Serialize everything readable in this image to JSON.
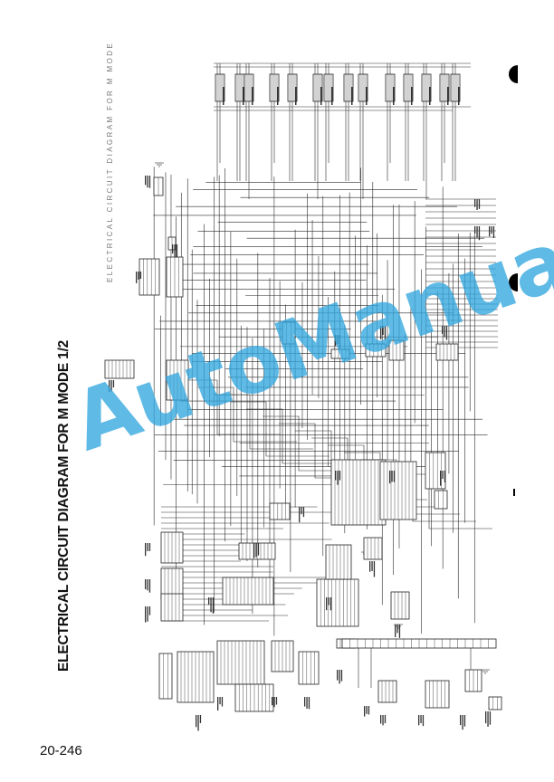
{
  "document": {
    "title": "ELECTRICAL CIRCUIT DIAGRAM FOR M MODE 1/2",
    "subtitle": "ELECTRICAL CIRCUIT DIAGRAM FOR M MODE",
    "page_number": "20-246",
    "watermark": "AutoManual"
  },
  "colors": {
    "ink": "#222222",
    "faint_ink": "#555555",
    "watermark": "#33a7df"
  }
}
